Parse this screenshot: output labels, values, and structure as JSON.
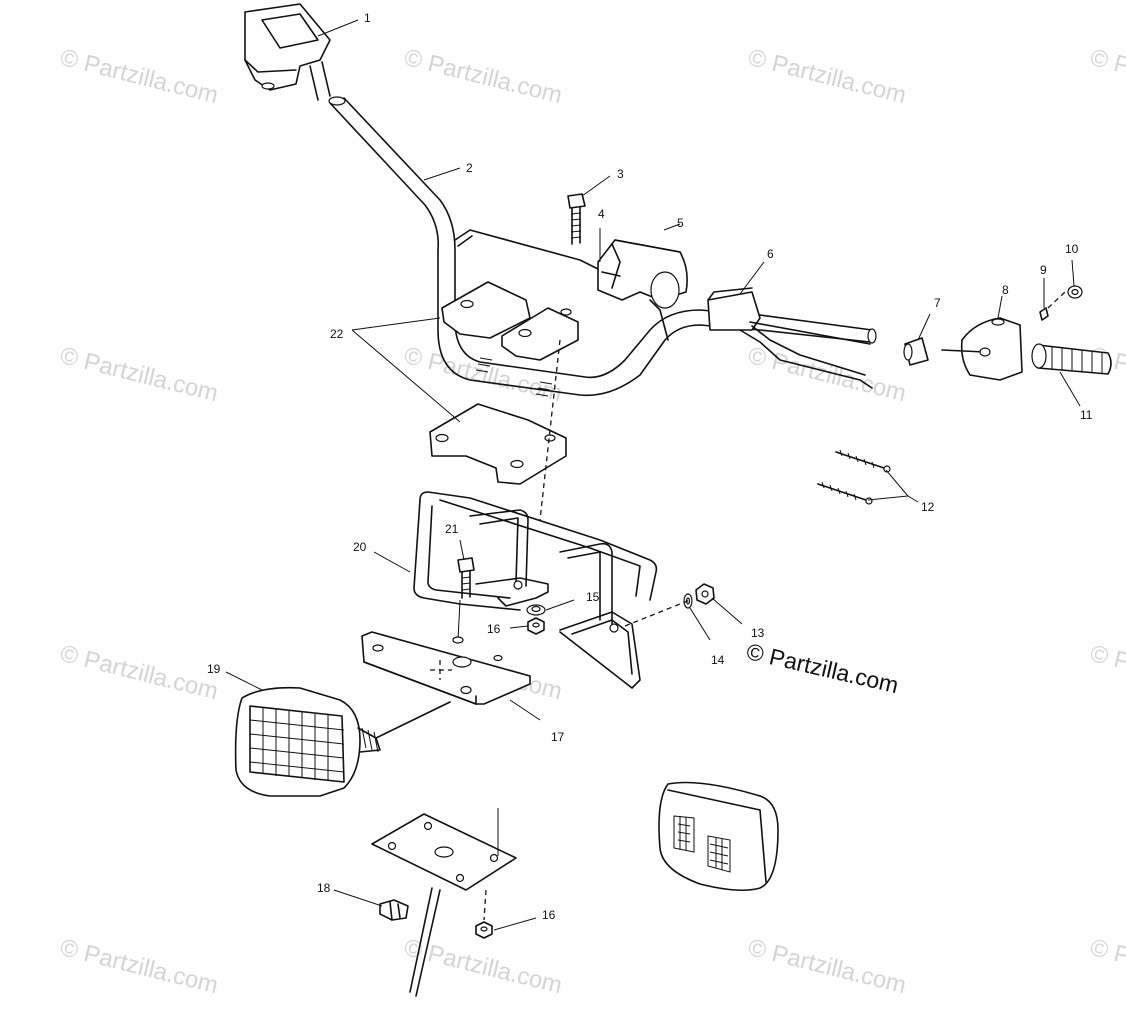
{
  "watermark": "© Partzilla.com",
  "credit": "© Partzilla.com",
  "callouts": {
    "n1": "1",
    "n2": "2",
    "n3": "3",
    "n4": "4",
    "n5": "5",
    "n6": "6",
    "n7": "7",
    "n8": "8",
    "n9": "9",
    "n10": "10",
    "n11": "11",
    "n12": "12",
    "n13": "13",
    "n14": "14",
    "n15": "15",
    "n16a": "16",
    "n16b": "16",
    "n17": "17",
    "n18": "18",
    "n19": "19",
    "n20": "20",
    "n21": "21",
    "n22": "22"
  }
}
